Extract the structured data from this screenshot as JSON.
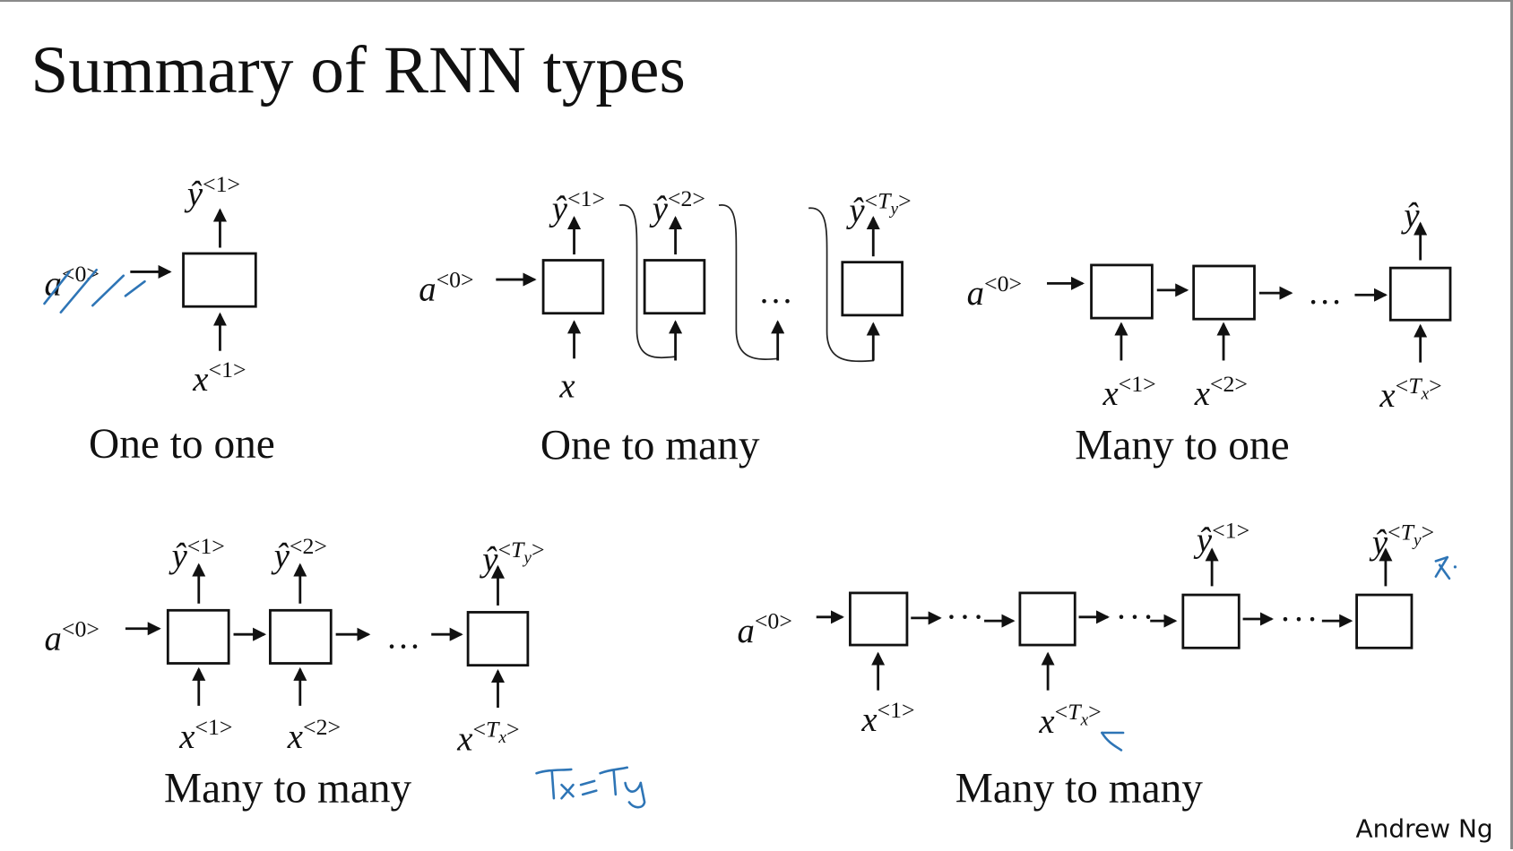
{
  "slide": {
    "title": "Summary of RNN types",
    "author": "Andrew Ng",
    "ellipsis": "…",
    "dots": "···"
  },
  "symbols": {
    "a": "a",
    "x": "x",
    "yhat": "ŷ",
    "sup0": "<0>",
    "sup1": "<1>",
    "sup2": "<2>",
    "supTy_open": "<",
    "supTy_T": "T",
    "supTy_sub": "y",
    "supTx_sub": "x",
    "sup_close": ">"
  },
  "diagrams": [
    {
      "id": "one-to-one",
      "caption": "One to one",
      "notes": "a<0> input struck through by hand"
    },
    {
      "id": "one-to-many",
      "caption": "One to many"
    },
    {
      "id": "many-to-one",
      "caption": "Many to one"
    },
    {
      "id": "many-to-many-equal",
      "caption": "Many to many",
      "handwritten_note": "Tx = Ty"
    },
    {
      "id": "many-to-many-encoder-decoder",
      "caption": "Many to many"
    }
  ],
  "colors": {
    "ink": "#2e75b6",
    "text": "#111111",
    "border": "#8a8a8a"
  }
}
